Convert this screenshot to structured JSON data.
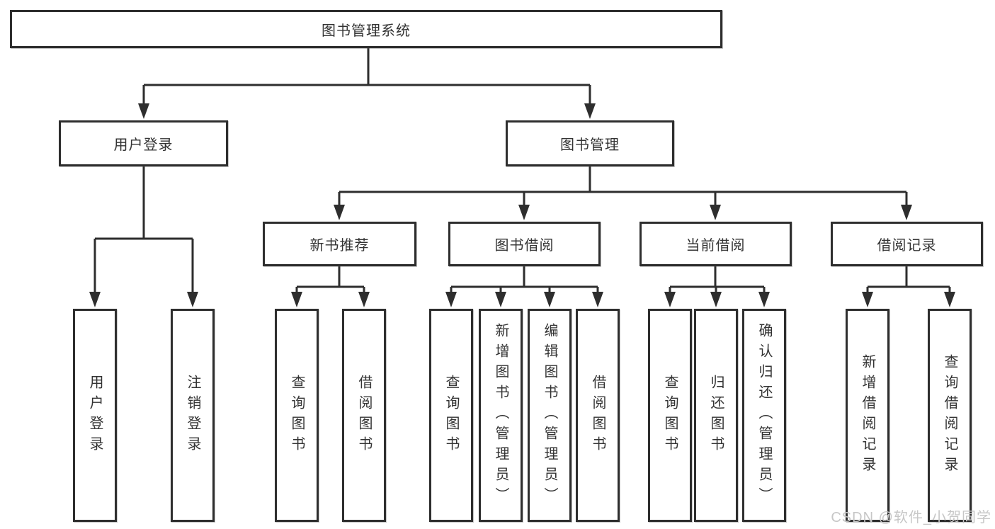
{
  "title": "图书管理系统",
  "nodes": {
    "user_login": "用户登录",
    "book_mgmt": "图书管理",
    "new_books": "新书推荐",
    "borrowing": "图书借阅",
    "current": "当前借阅",
    "records": "借阅记录"
  },
  "leaves": {
    "user_login": "用户登录",
    "logout": "注销登录",
    "nb_query": "查询图书",
    "nb_borrow": "借阅图书",
    "bb_query": "查询图书",
    "bb_add": "新增图书（管理员）",
    "bb_edit": "编辑图书（管理员）",
    "bb_borrow": "借阅图书",
    "cb_query": "查询图书",
    "cb_return": "归还图书",
    "cb_confirm": "确认归还（管理员）",
    "rec_add": "新增借阅记录",
    "rec_query": "查询借阅记录"
  },
  "watermark": "CSDN @软件_小贺同学",
  "colors": {
    "line": "#2e2e2e",
    "border": "#2e2e2e",
    "text": "#333333",
    "watermark": "#c7c7c7",
    "background": "#ffffff"
  }
}
